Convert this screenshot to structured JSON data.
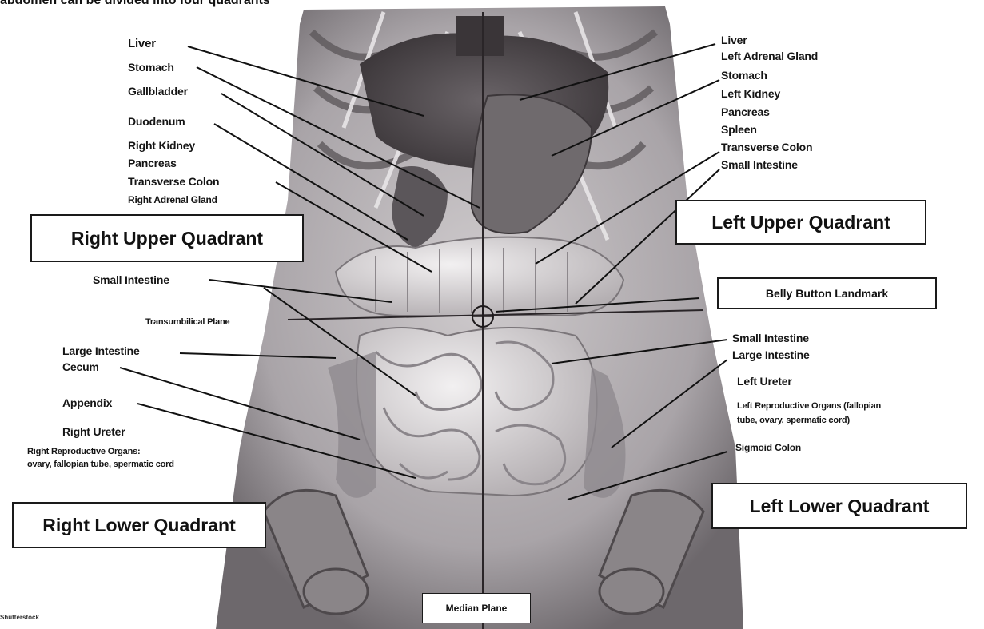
{
  "header_text": "abdomen can be divided into four quadrants",
  "right_upper_labels": {
    "liver": "Liver",
    "stomach": "Stomach",
    "gallbladder": "Gallbladder",
    "duodenum": "Duodenum",
    "right_kidney": "Right Kidney",
    "pancreas": "Pancreas",
    "transverse_colon": "Transverse Colon",
    "right_adrenal_gland": "Right Adrenal Gland"
  },
  "left_upper_labels": {
    "liver": "Liver",
    "left_adrenal_gland": "Left Adrenal Gland",
    "stomach": "Stomach",
    "left_kidney": "Left Kidney",
    "pancreas": "Pancreas",
    "spleen": "Spleen",
    "transverse_colon": "Transverse Colon",
    "small_intestine": "Small Intestine"
  },
  "right_lower_labels": {
    "small_intestine": "Small Intestine",
    "transumbilical_plane": "Transumbilical Plane",
    "large_intestine": "Large Intestine",
    "cecum": "Cecum",
    "appendix": "Appendix",
    "right_ureter": "Right Ureter",
    "right_reproductive_line1": "Right Reproductive Organs:",
    "right_reproductive_line2": "ovary, fallopian tube, spermatic cord"
  },
  "left_lower_labels": {
    "small_intestine": "Small Intestine",
    "large_intestine": "Large Intestine",
    "left_ureter": "Left Ureter",
    "left_reproductive_line1": "Left Reproductive Organs (fallopian",
    "left_reproductive_line2": "tube, ovary, spermatic cord)",
    "sigmoid_colon": "Sigmoid Colon"
  },
  "quadrant_boxes": {
    "right_upper": "Right Upper Quadrant",
    "left_upper": "Left Upper Quadrant",
    "right_lower": "Right Lower Quadrant",
    "left_lower": "Left Lower Quadrant"
  },
  "belly_button_landmark": "Belly Button Landmark",
  "median_plane": "Median Plane",
  "image_credit": "Shutterstock",
  "colors": {
    "torso_bg": "#b9b4b7",
    "organ_dark": "#555055",
    "intestine": "#dcd8da",
    "leader_line": "#111111"
  }
}
